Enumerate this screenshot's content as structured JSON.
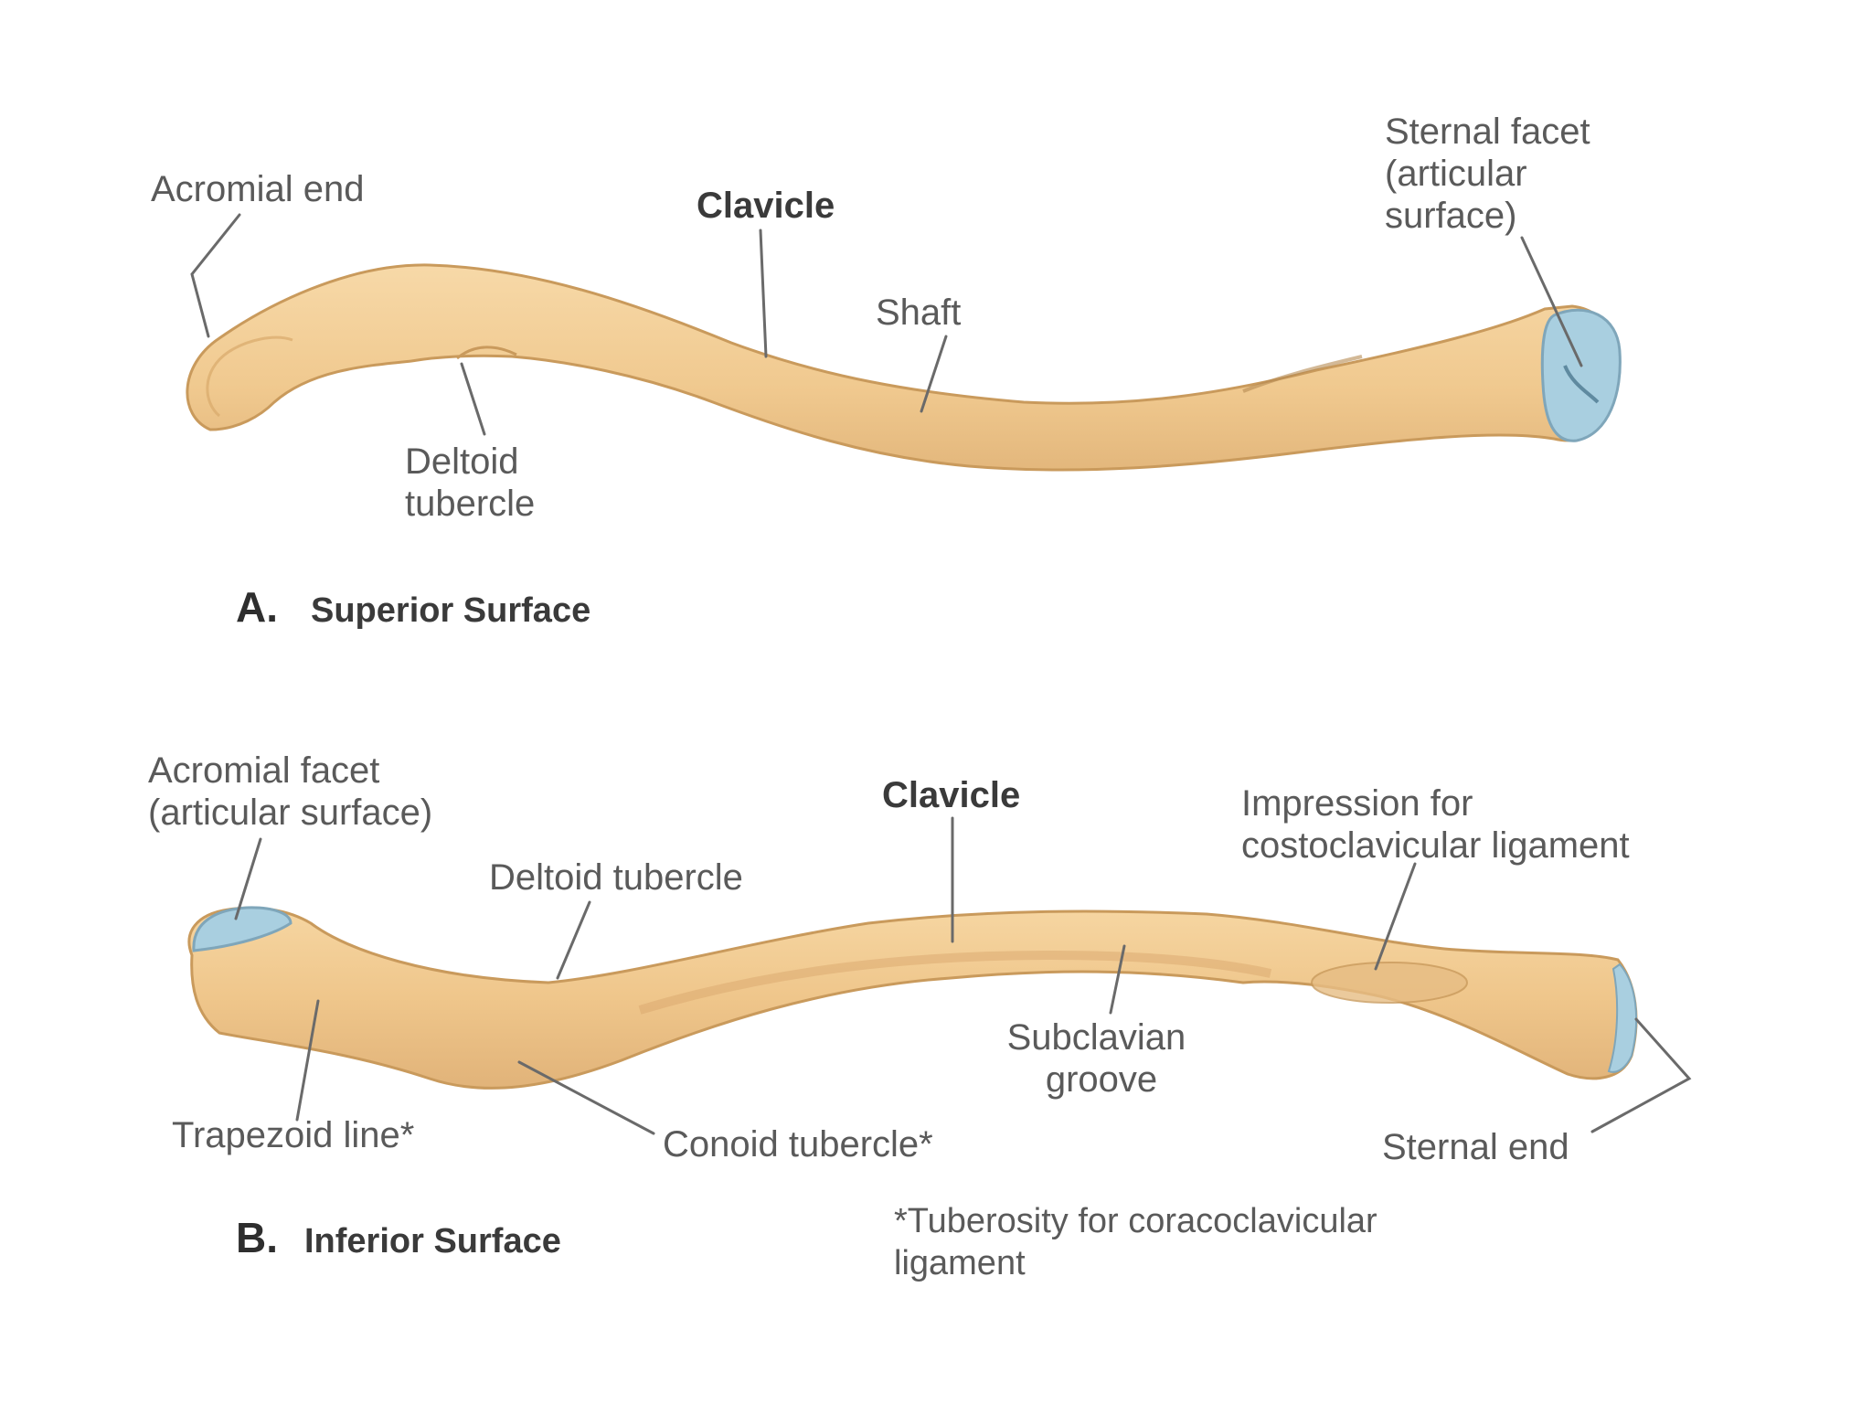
{
  "panel_a": {
    "letter": "A.",
    "title": "Superior Surface",
    "labels": {
      "acromial_end": "Acromial end",
      "clavicle": "Clavicle",
      "sternal_facet": [
        "Sternal facet",
        "(articular",
        "surface)"
      ],
      "shaft": "Shaft",
      "deltoid_tubercle": [
        "Deltoid",
        "tubercle"
      ]
    }
  },
  "panel_b": {
    "letter": "B.",
    "title": "Inferior Surface",
    "labels": {
      "acromial_facet": [
        "Acromial facet",
        "(articular surface)"
      ],
      "clavicle": "Clavicle",
      "impression": [
        "Impression for",
        "costoclavicular ligament"
      ],
      "deltoid_tubercle": "Deltoid tubercle",
      "subclavian_groove": [
        "Subclavian",
        "groove"
      ],
      "trapezoid_line": "Trapezoid line*",
      "conoid_tubercle": "Conoid tubercle*",
      "sternal_end": "Sternal end"
    },
    "footnote": [
      "*Tuberosity for coracoclavicular",
      "ligament"
    ]
  },
  "colors": {
    "bone_fill": "#f3cf98",
    "bone_edge": "#c99a5c",
    "bone_shade": "#e2b57a",
    "articular_fill": "#a9cfe0",
    "leader_line": "#6a6a6a",
    "text": "#5a5a5a"
  }
}
